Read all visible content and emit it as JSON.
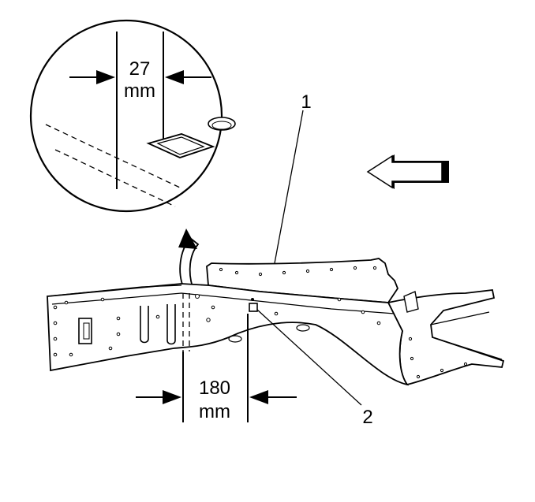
{
  "detail_view": {
    "dimension_value": "27",
    "dimension_unit": "mm"
  },
  "main_view": {
    "dimension_value": "180",
    "dimension_unit": "mm"
  },
  "callouts": [
    {
      "label": "1"
    },
    {
      "label": "2"
    }
  ]
}
